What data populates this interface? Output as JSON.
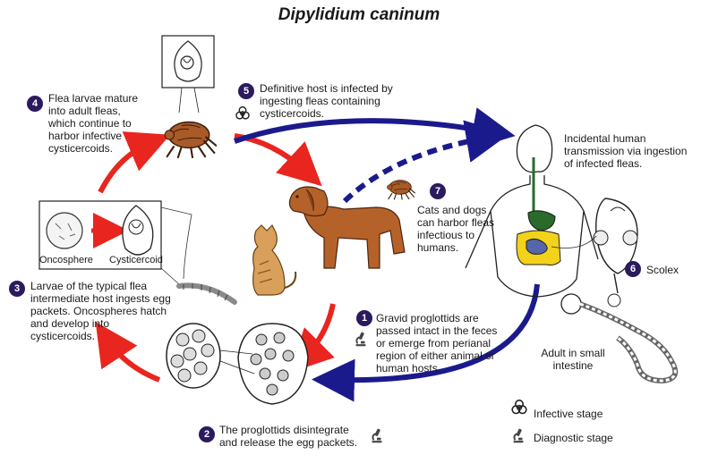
{
  "title": "Dipylidium caninum",
  "colors": {
    "red_arrow": "#e8261f",
    "blue_arrow": "#1b1a8c",
    "badge": "#2b1a5e",
    "dog": "#b5622a",
    "cat": "#d9a05b",
    "flea": "#a85a28",
    "gut_yellow": "#f2d21a",
    "gut_blue": "#5566aa"
  },
  "steps": [
    {
      "num": "1",
      "text": "Gravid proglottids are passed intact in the feces or emerge from perianal region of either animal or human hosts."
    },
    {
      "num": "2",
      "text": "The proglottids disintegrate and release the egg packets."
    },
    {
      "num": "3",
      "text": "Larvae of the typical flea intermediate host ingests egg packets. Oncospheres hatch and develop into cysticercoids."
    },
    {
      "num": "4",
      "text": "Flea larvae mature into adult fleas, which continue to harbor infective cysticercoids."
    },
    {
      "num": "5",
      "text": "Definitive host is infected by ingesting fleas containing cysticercoids."
    },
    {
      "num": "6",
      "text": "Scolex"
    },
    {
      "num": "7",
      "text": "Cats and dogs can harbor fleas infectious to humans."
    }
  ],
  "labels": {
    "oncosphere": "Oncosphere",
    "cysticercoid": "Cysticercoid",
    "human_note": "Incidental human transmission via ingestion of infected fleas.",
    "adult": "Adult in small intestine"
  },
  "legend": {
    "infective": "Infective stage",
    "diagnostic": "Diagnostic stage"
  },
  "icons": {
    "infective": "biohazard-icon",
    "diagnostic": "microscope-icon"
  }
}
